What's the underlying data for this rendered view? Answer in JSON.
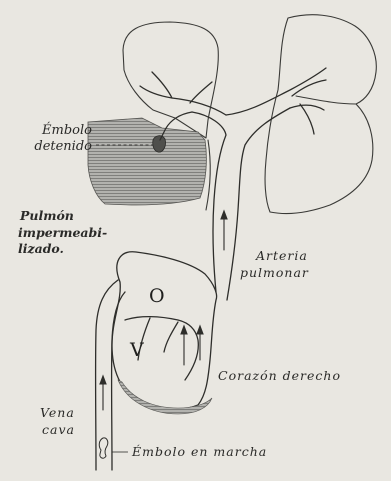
{
  "colors": {
    "paper": "#e9e7e1",
    "ink": "#2a2a28",
    "lung_shading": "#a3a3a0"
  },
  "labels": {
    "embolo_detenido": {
      "line1": "Émbolo",
      "line2": "detenido"
    },
    "pulmon_impermeabilizado": {
      "line1": "Pulmón",
      "line2": "impermeabi-",
      "line3": "lizado."
    },
    "arteria_pulmonar": {
      "line1": "Arteria",
      "line2": "pulmonar"
    },
    "corazon_derecho": "Corazón derecho",
    "vena_cava": {
      "line1": "Vena",
      "line2": "cava"
    },
    "embolo_en_marcha": "Émbolo en marcha",
    "chamber_o": "O",
    "chamber_v": "V"
  }
}
